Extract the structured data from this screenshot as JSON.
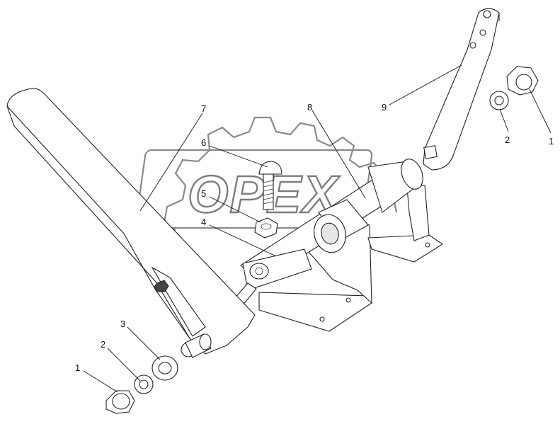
{
  "watermark": {
    "text": "OPEX"
  },
  "callouts": [
    {
      "id": "c1-left",
      "label": "1"
    },
    {
      "id": "c2-left",
      "label": "2"
    },
    {
      "id": "c3",
      "label": "3"
    },
    {
      "id": "c4",
      "label": "4"
    },
    {
      "id": "c5",
      "label": "5"
    },
    {
      "id": "c6",
      "label": "6"
    },
    {
      "id": "c7",
      "label": "7"
    },
    {
      "id": "c8",
      "label": "8"
    },
    {
      "id": "c9",
      "label": "9"
    },
    {
      "id": "c2-right",
      "label": "2"
    },
    {
      "id": "c1-right",
      "label": "1"
    }
  ]
}
